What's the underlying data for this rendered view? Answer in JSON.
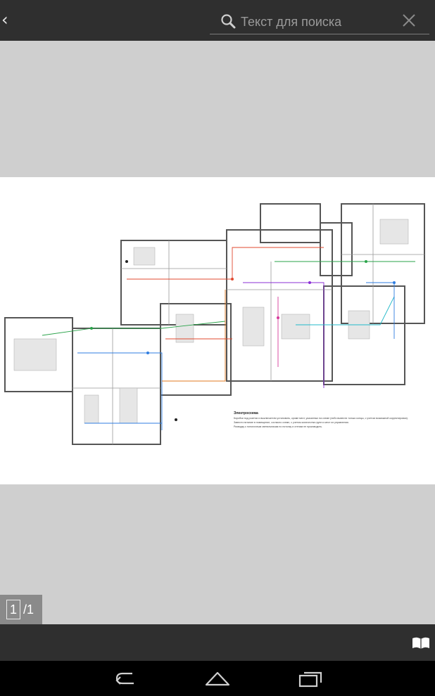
{
  "topbar": {
    "back_icon": "chevron-left-icon",
    "search_placeholder": "Текст для поиска",
    "search_value": ""
  },
  "document": {
    "heading": "Электросхема",
    "notes": [
      "Коробки под розетки и выключатели установить, кроме мест, указанных на схеме (либо вывести только концы, с учетом возможной корректировки).",
      "Завести питание в помещение, согласно схеме, с учетом количества групп и мест их управления.",
      "Разводку к потолочным светильникам по потолку и стенам не производить."
    ]
  },
  "pager": {
    "current": "1",
    "total": "/1"
  },
  "colors": {
    "topbar": "#2f2f2f",
    "background": "#cfcfcf",
    "pager": "#8a8a8a",
    "navbar": "#000000"
  }
}
